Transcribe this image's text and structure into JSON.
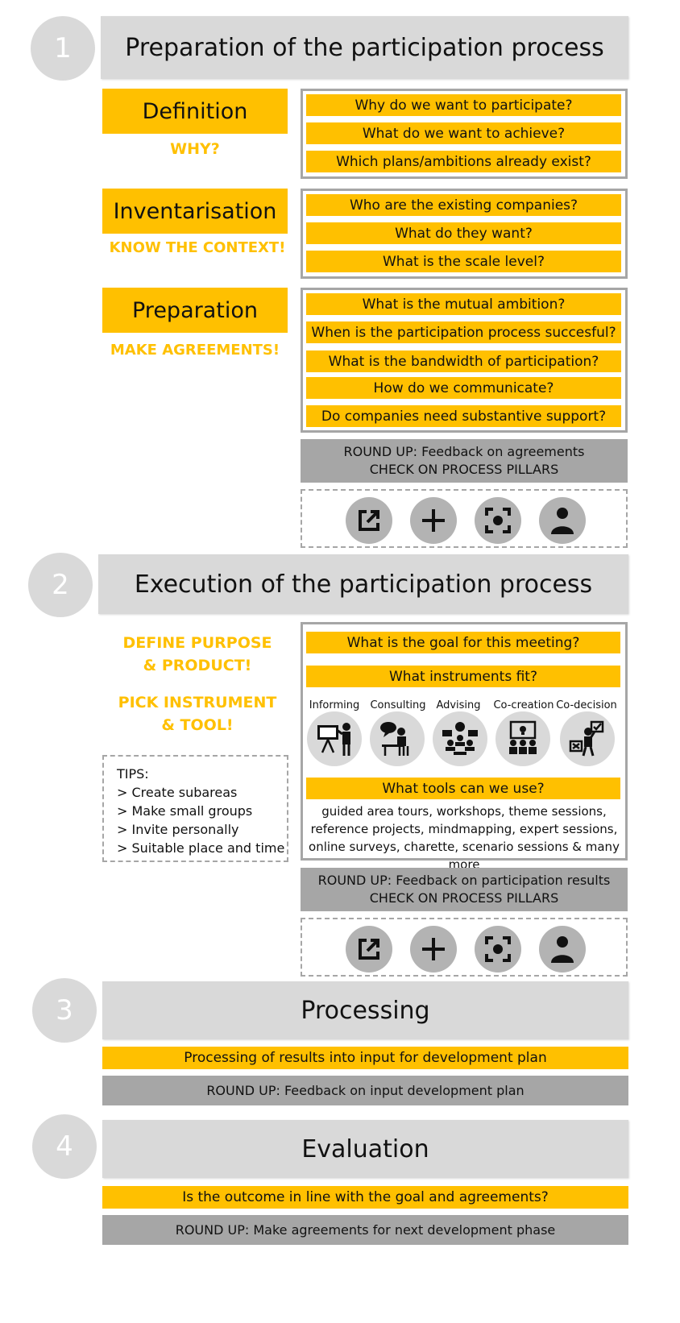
{
  "phases": [
    {
      "number": "1",
      "title": "Preparation of the participation process"
    },
    {
      "number": "2",
      "title": "Execution of the participation process"
    },
    {
      "number": "3",
      "title": "Processing"
    },
    {
      "number": "4",
      "title": "Evaluation"
    }
  ],
  "phase1": {
    "steps": [
      {
        "title": "Definition",
        "motto": "WHY?",
        "questions": [
          "Why do we want to participate?",
          "What do we want to achieve?",
          "Which plans/ambitions already exist?"
        ]
      },
      {
        "title": "Inventarisation",
        "motto": "KNOW THE CONTEXT!",
        "questions": [
          "Who are the existing companies?",
          "What do they want?",
          "What is the scale level?"
        ]
      },
      {
        "title": "Preparation",
        "motto": "MAKE AGREEMENTS!",
        "questions": [
          "What is the mutual ambition?",
          "When is the participation process succesful?",
          "What is the bandwidth of participation?",
          "How do we communicate?",
          "Do companies need substantive support?"
        ]
      }
    ],
    "roundup": [
      "ROUND UP: Feedback on agreements",
      "CHECK ON PROCESS PILLARS"
    ]
  },
  "phase2": {
    "mottos": [
      "DEFINE PURPOSE",
      "& PRODUCT!",
      "PICK INSTRUMENT",
      "& TOOL!"
    ],
    "tips": [
      "TIPS:",
      "> Create subareas",
      "> Make small groups",
      "> Invite personally",
      "> Suitable place and time"
    ],
    "questions": [
      "What is the goal for this meeting?",
      "What instruments fit?",
      "What tools can we use?"
    ],
    "levels": [
      "Informing",
      "Consulting",
      "Advising",
      "Co-creation",
      "Co-decision"
    ],
    "tools": [
      "guided area tours, workshops, theme sessions,",
      "reference projects, mindmapping, expert sessions,",
      "online surveys, charette, scenario sessions & many more"
    ],
    "roundup": [
      "ROUND UP: Feedback on participation results",
      "CHECK ON PROCESS PILLARS"
    ]
  },
  "phase3": {
    "task": "Processing of results into input for development plan",
    "roundup": "ROUND UP: Feedback on input development plan"
  },
  "phase4": {
    "task": "Is the outcome in line with the goal and agreements?",
    "roundup": "ROUND UP: Make agreements for next development phase"
  },
  "pillar_icons": [
    "external-link-icon",
    "plus-icon",
    "focus-icon",
    "person-icon"
  ],
  "colors": {
    "yellow": "#ffc000",
    "light_gray": "#d9d9d9",
    "mid_gray": "#a6a6a6"
  }
}
